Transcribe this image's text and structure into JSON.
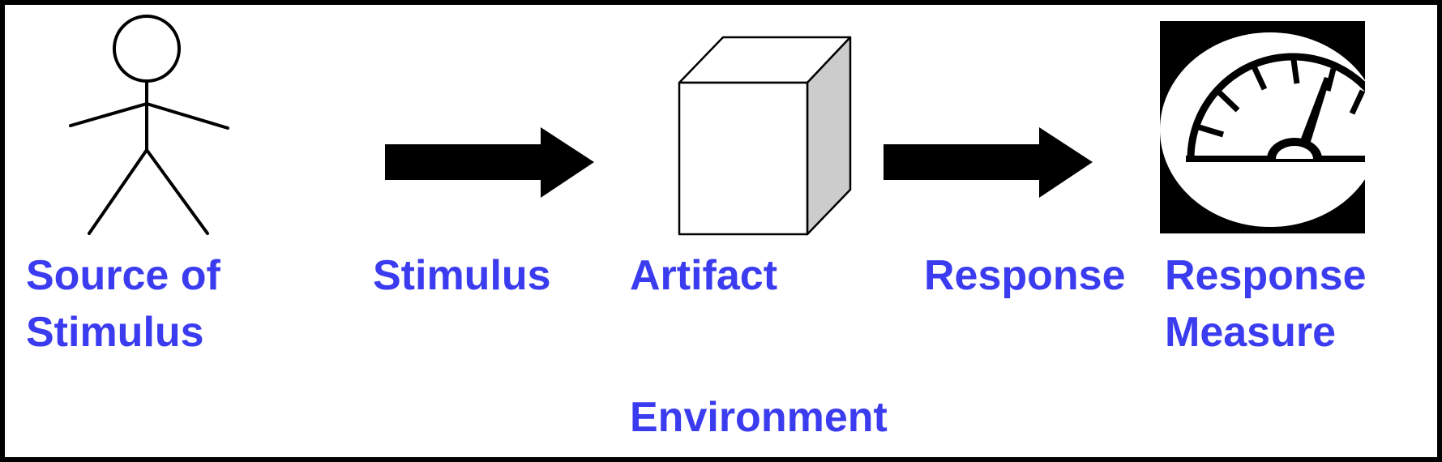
{
  "colors": {
    "label": "#3b3bf0",
    "outline": "#000000",
    "cube_face": "#ffffff",
    "cube_side": "#cccccc",
    "background": "#ffffff"
  },
  "icons": {
    "source": "stick-figure-icon",
    "stimulus_arrow": "right-arrow-icon",
    "artifact": "cube-icon",
    "response_arrow": "right-arrow-icon",
    "measure": "gauge-icon"
  },
  "labels": {
    "source_line1": "Source of",
    "source_line2": "Stimulus",
    "stimulus": "Stimulus",
    "artifact": "Artifact",
    "response": "Response",
    "measure_line1": "Response",
    "measure_line2": "Measure",
    "environment": "Environment"
  }
}
